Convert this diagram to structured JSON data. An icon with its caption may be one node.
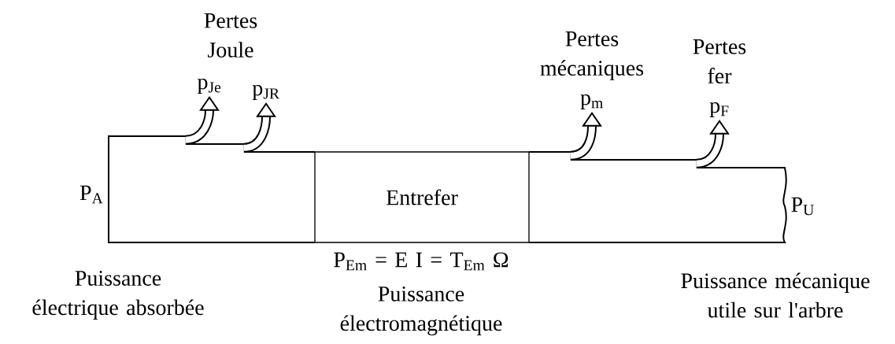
{
  "diagram": {
    "nodes": [
      {
        "text": [],
        "shape": "band",
        "beside": [
          "P$_{A}$"
        ]
      },
      {
        "text": [
          "Entrefer"
        ]
      },
      {
        "text": [],
        "shape": "band",
        "beside": [
          "P$_{U}$"
        ]
      },
      {
        "text": [
          "p$_{Je}$"
        ]
      },
      {
        "text": [
          "p$_{JR}$"
        ]
      },
      {
        "text": [
          "Pertes mécaniques",
          "p$_{m}$"
        ]
      },
      {
        "text": [
          "Pertes fer",
          "p$_{F}$"
        ]
      }
    ],
    "edges": [
      {
        "from": 0,
        "to": 3,
        "arrow": "to"
      },
      {
        "from": 0,
        "to": 4,
        "arrow": "to"
      },
      {
        "from": 2,
        "to": 5,
        "arrow": "to"
      },
      {
        "from": 2,
        "to": 6,
        "arrow": "to"
      }
    ],
    "labels": [
      "Pertes Joule",
      "Puissance électrique absorbée",
      "P$_{Em}$ = E I = T$_{Em}$ Ω",
      "Puissance électromagnétique",
      "Puissance mécanique utile sur l'arbre"
    ]
  }
}
